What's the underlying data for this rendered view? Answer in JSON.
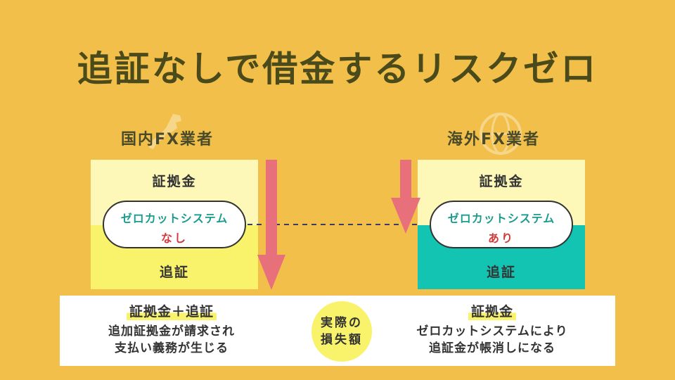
{
  "title": "追証なしで借金するリスクゼロ",
  "left": {
    "provider": "国内FX業者",
    "top_label": "証拠金",
    "pill_title": "ゼロカットシステム",
    "pill_status": "なし",
    "bottom_label": "追証",
    "result_head": "証拠金＋追証",
    "result_lines": [
      "追加証拠金が請求され",
      "支払い義務が生じる"
    ]
  },
  "right": {
    "provider": "海外FX業者",
    "top_label": "証拠金",
    "pill_title": "ゼロカットシステム",
    "pill_status": "あり",
    "bottom_label": "追証",
    "result_head": "証拠金",
    "result_lines": [
      "ゼロカットシステムにより",
      "追証金が帳消しになる"
    ]
  },
  "loss_label": [
    "実際の",
    "損失額"
  ],
  "colors": {
    "background": "#f2c04a",
    "margin_fill": "#fdf7b8",
    "call_fill_domestic": "#f8f36b",
    "call_fill_overseas": "#12c4b1",
    "arrow": "#e8707a",
    "pill_title": "#1a9c8e",
    "pill_status": "#d23a3a"
  },
  "icons": {
    "left_faint": "japan-map-icon",
    "right_faint": "globe-icon"
  }
}
